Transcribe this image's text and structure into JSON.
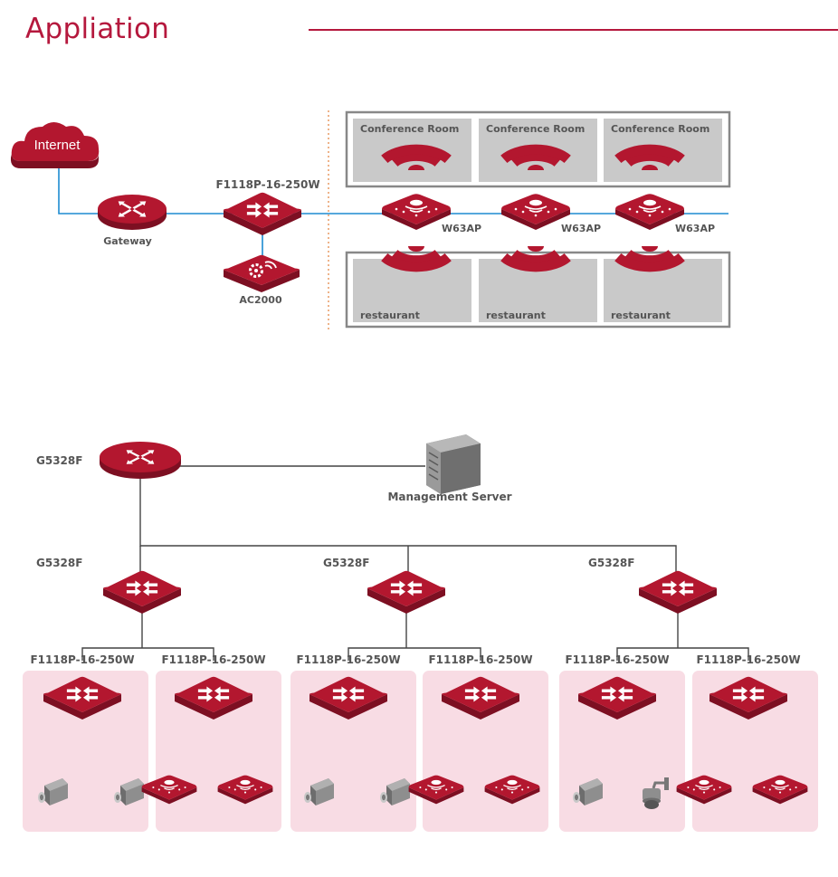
{
  "page": {
    "title": "Appliation"
  },
  "colors": {
    "accent": "#b5183d",
    "device": "#b3172f",
    "device_dark": "#7d0f22",
    "zone": "#f8dce4",
    "room": "#c9c9c9",
    "link": "#1d8bd1",
    "divider": "#e58a4a"
  },
  "wlan": {
    "internet_label": "Internet",
    "gateway_label": "Gateway",
    "switch_label": "F1118P-16-250W",
    "controller_label": "AC2000",
    "conference_rooms": [
      "Conference Room",
      "Conference Room",
      "Conference Room"
    ],
    "restaurants": [
      "restaurant",
      "restaurant",
      "restaurant"
    ],
    "access_points": [
      "W63AP",
      "W63AP",
      "W63AP"
    ],
    "icons": [
      "cloud-icon",
      "router-icon",
      "switch-icon",
      "controller-icon",
      "access-point-icon",
      "wifi-signal-icon"
    ]
  },
  "surveillance": {
    "core_label": "G5328F",
    "server_label": "Management Server",
    "aggregation": [
      "G5328F",
      "G5328F",
      "G5328F"
    ],
    "access": [
      "F1118P-16-250W",
      "F1118P-16-250W",
      "F1118P-16-250W",
      "F1118P-16-250W",
      "F1118P-16-250W",
      "F1118P-16-250W"
    ],
    "endpoints": [
      [
        "camera",
        "camera"
      ],
      [
        "ap",
        "ap"
      ],
      [
        "camera",
        "camera"
      ],
      [
        "ap",
        "ap"
      ],
      [
        "camera",
        "dome-camera"
      ],
      [
        "ap",
        "ap"
      ]
    ],
    "icons": [
      "server-icon",
      "camera-icon",
      "dome-camera-icon"
    ]
  }
}
